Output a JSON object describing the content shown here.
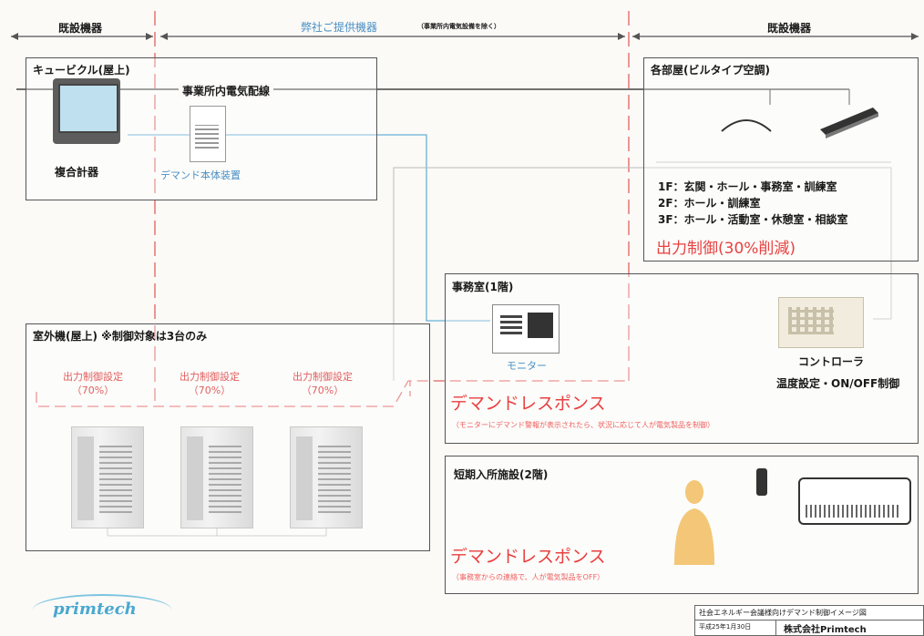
{
  "headers": {
    "left": "既設機器",
    "center_main": "弊社ご提供機器",
    "center_note": "（事業所内電気設備を除く）",
    "right": "既設機器"
  },
  "cubicle": {
    "title": "キュービクル(屋上)",
    "wiring_label": "事業所内電気配線",
    "meter_label": "複合計器",
    "demand_label": "デマンド本体装置"
  },
  "rooms": {
    "title": "各部屋(ビルタイプ空調)",
    "floors": [
      "1F：玄関・ホール・事務室・訓練室",
      "2F：ホール・訓練室",
      "3F：ホール・活動室・休憩室・相談室"
    ],
    "control": "出力制御(30%削減)"
  },
  "office": {
    "title": "事務室(1階)",
    "monitor_label": "モニター",
    "controller_label": "コントローラ",
    "controller_desc": "温度設定・ON/OFF制御",
    "dr_title": "デマンドレスポンス",
    "dr_note": "（モニターにデマンド警報が表示されたら、状況に応じて人が電気製品を制御）"
  },
  "outdoor": {
    "title": "室外機(屋上) ※制御対象は3台のみ",
    "settings": [
      {
        "label": "出力制御設定",
        "value": "（70%）"
      },
      {
        "label": "出力制御設定",
        "value": "（70%）"
      },
      {
        "label": "出力制御設定",
        "value": "（70%）"
      }
    ]
  },
  "shortstay": {
    "title": "短期入所施設(2階)",
    "dr_title": "デマンドレスポンス",
    "dr_note": "（事務室からの連絡で、人が電気製品をOFF）"
  },
  "footer": {
    "logo": "primtech",
    "doc_title": "社会エネルギー会議様向けデマンド制御イメージ図",
    "date": "平成25年1月30日",
    "company": "株式会社Primtech"
  },
  "colors": {
    "accent_red": "#e84040",
    "blue_line": "#6ab0d8",
    "dashed_red": "#e06060"
  }
}
